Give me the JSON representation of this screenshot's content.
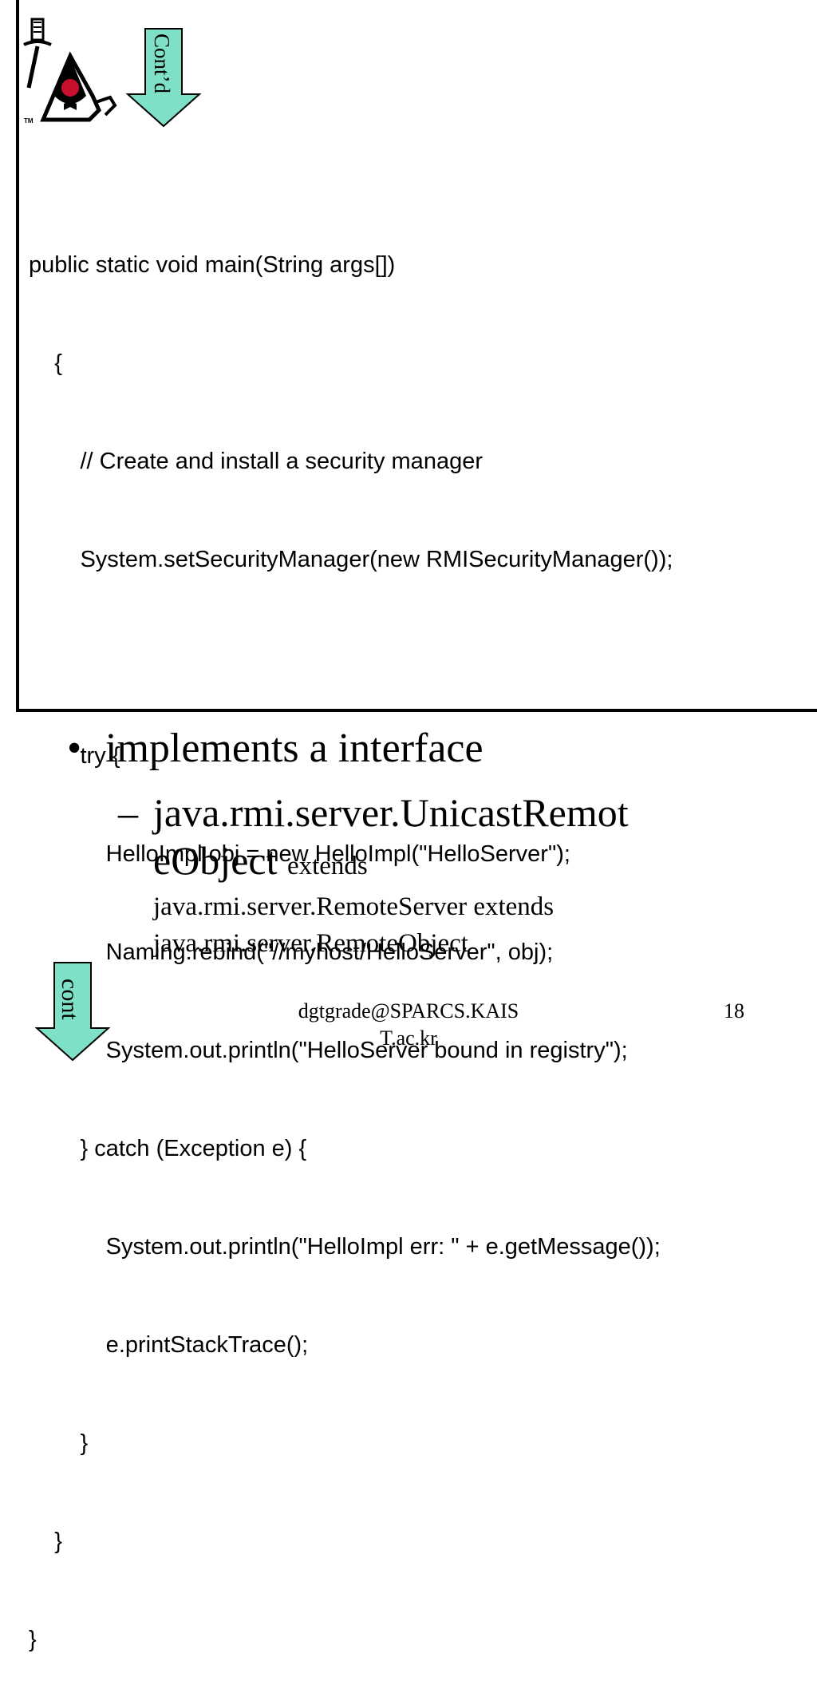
{
  "arrow_top": {
    "label": "Cont’d"
  },
  "code": {
    "lines": [
      "public static void main(String args[])",
      "    {",
      "        // Create and install a security manager",
      "        System.setSecurityManager(new RMISecurityManager());",
      "",
      "        try {",
      "            HelloImpl obj = new HelloImpl(\"HelloServer\");",
      "            Naming.rebind(\"//myhost/HelloServer\", obj);",
      "            System.out.println(\"HelloServer bound in registry\");",
      "        } catch (Exception e) {",
      "            System.out.println(\"HelloImpl err: \" + e.getMessage());",
      "            e.printStackTrace();",
      "        }",
      "    }",
      "}"
    ]
  },
  "bullet": {
    "marker": "•",
    "text": "implements a interface"
  },
  "sub_bullet": {
    "dash": "–",
    "line1": "java.rmi.server.UnicastRemot",
    "line2_big": "eObject",
    "line2_small": "extends",
    "line3": "java.rmi.server.RemoteServer extends",
    "line4": "java.rmi.server.RemoteObject"
  },
  "arrow_bottom": {
    "label": "cont"
  },
  "footer": {
    "line1": "dgtgrade@SPARCS.KAIS",
    "line2": "T.ac.kr"
  },
  "page_number": "18",
  "colors": {
    "arrow_fill": "#7fe0c8",
    "stroke": "#000000"
  }
}
